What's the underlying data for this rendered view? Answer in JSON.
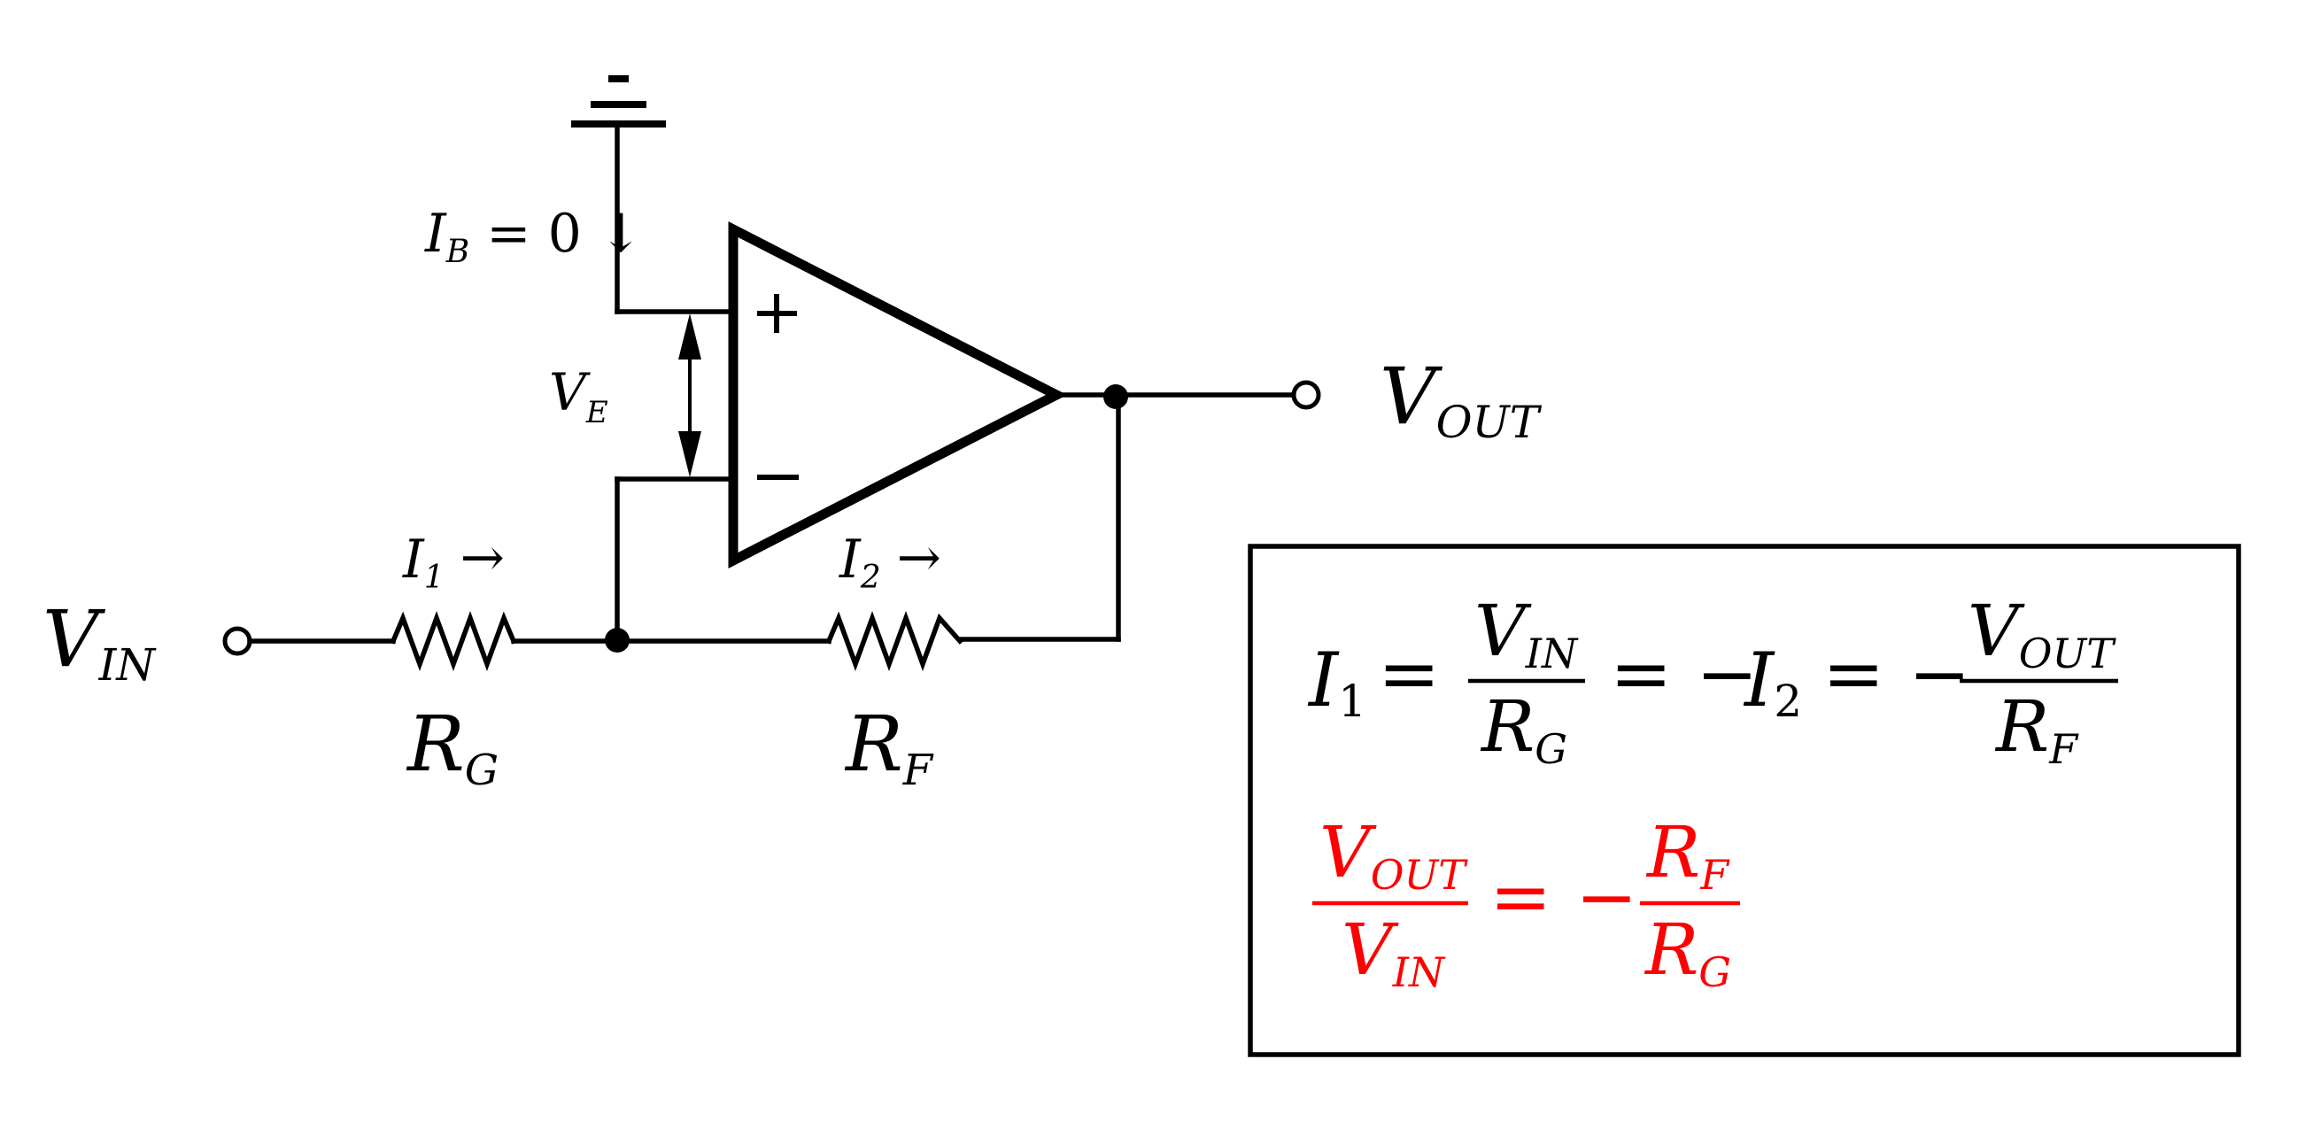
{
  "colors": {
    "ink": "#000000",
    "accent": "#ff0000",
    "background": "#ffffff"
  },
  "labels": {
    "vin": {
      "main": "V",
      "sub": "IN"
    },
    "vout": {
      "main": "V",
      "sub": "OUT"
    },
    "rg": {
      "main": "R",
      "sub": "G"
    },
    "rf": {
      "main": "R",
      "sub": "F"
    },
    "i1": {
      "main": "I",
      "sub": "1",
      "arrow": "→"
    },
    "i2": {
      "main": "I",
      "sub": "2",
      "arrow": "→"
    },
    "ib": {
      "main": "I",
      "sub": "B",
      "rest": " = 0 ↓"
    },
    "ve": {
      "main": "V",
      "sub": "E"
    },
    "plus": "+",
    "minus": "−"
  },
  "equations": {
    "eq1": {
      "lhs": {
        "main": "I",
        "sub": "1"
      },
      "eq": "=",
      "frac1": {
        "num": {
          "main": "V",
          "sub": "IN"
        },
        "den": {
          "main": "R",
          "sub": "G"
        }
      },
      "eq2": "= −",
      "mid": {
        "main": "I",
        "sub": "2"
      },
      "eq3": "= −",
      "frac2": {
        "num": {
          "main": "V",
          "sub": "OUT"
        },
        "den": {
          "main": "R",
          "sub": "F"
        }
      }
    },
    "eq2": {
      "frac1": {
        "num": {
          "main": "V",
          "sub": "OUT"
        },
        "den": {
          "main": "V",
          "sub": "IN"
        }
      },
      "eq": "= −",
      "frac2": {
        "num": {
          "main": "R",
          "sub": "F"
        },
        "den": {
          "main": "R",
          "sub": "G"
        }
      }
    }
  }
}
